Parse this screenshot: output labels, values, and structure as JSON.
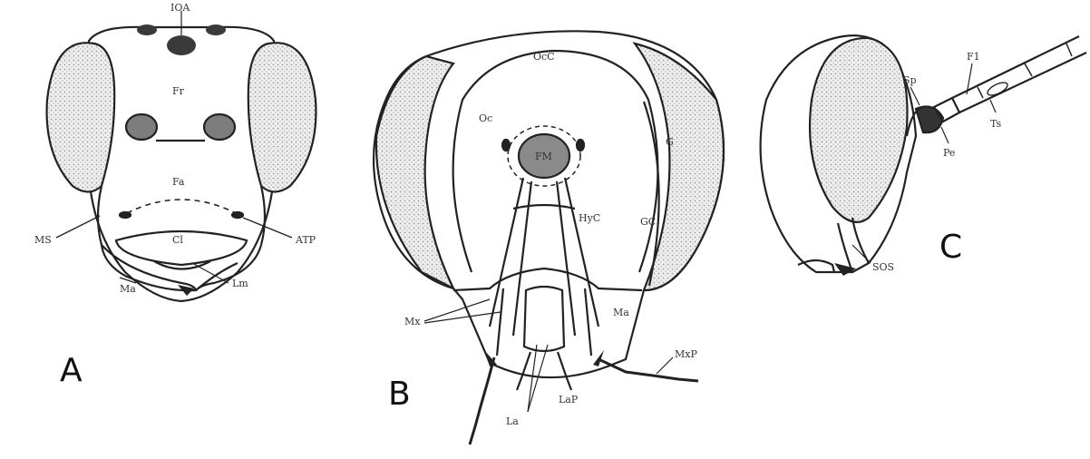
{
  "figure": {
    "panels": {
      "a": {
        "label": "A"
      },
      "b": {
        "label": "B"
      },
      "c": {
        "label": "C"
      }
    },
    "labels_a": {
      "loa": "IOA",
      "fr": "Fr",
      "fa": "Fa",
      "cl": "Cl",
      "ms": "MS",
      "atp": "ATP",
      "lm": "Lm",
      "ma": "Ma"
    },
    "labels_b": {
      "occ": "OcC",
      "oc": "Oc",
      "g": "G",
      "fm": "FM",
      "hyc": "HyC",
      "gc": "GC",
      "mx": "Mx",
      "ma": "Ma",
      "mxp": "MxP",
      "la": "La",
      "lap": "LaP"
    },
    "labels_c": {
      "sp": "Sp",
      "f1": "F1",
      "ts": "Ts",
      "pe": "Pe",
      "sos": "SOS"
    },
    "colors": {
      "line": "#222222",
      "eye_fill": "#e9e9e9",
      "dark": "#3a3a3a",
      "fm_fill": "#8a8a8a"
    }
  }
}
